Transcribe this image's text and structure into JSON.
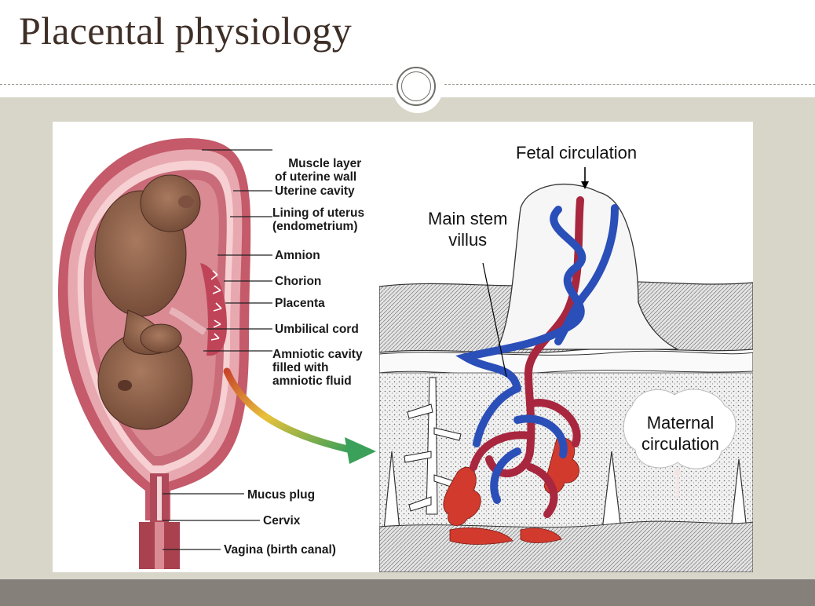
{
  "slide": {
    "title": "Placental physiology"
  },
  "left_figure": {
    "labels": [
      "Muscle layer\nof uterine wall",
      "Uterine cavity",
      "Lining of uterus\n(endometrium)",
      "Amnion",
      "Chorion",
      "Placenta",
      "Umbilical cord",
      "Amniotic cavity\nfilled with\namniotic fluid",
      "Mucus plug",
      "Cervix",
      "Vagina (birth canal)"
    ]
  },
  "right_figure": {
    "fetal_circulation": "Fetal circulation",
    "main_stem_villus": "Main stem\nvillus",
    "maternal_circulation": "Maternal\ncirculation",
    "colors": {
      "artery": "#a8263e",
      "vein": "#2b4fb8",
      "maternal_blood": "#d23a2e"
    }
  },
  "theme": {
    "band": "#d8d6c8",
    "footer": "#85807a",
    "title_color": "#3e2f27"
  }
}
